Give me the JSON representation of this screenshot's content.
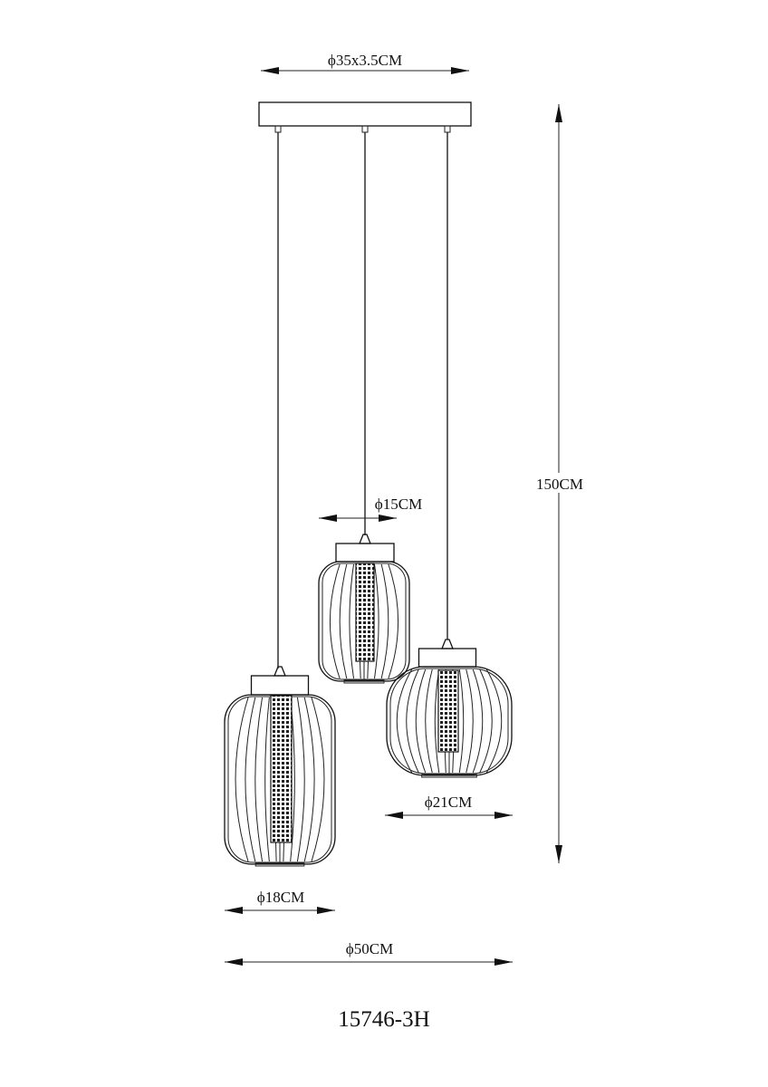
{
  "dimensions": {
    "canopy": "ϕ35x3.5CM",
    "height": "150CM",
    "small_shade": "ϕ15CM",
    "medium_shade": "ϕ21CM",
    "tall_shade": "ϕ18CM",
    "overall_width": "ϕ50CM"
  },
  "model_number": "15746-3H",
  "colors": {
    "line": "#111111",
    "background": "#ffffff"
  }
}
